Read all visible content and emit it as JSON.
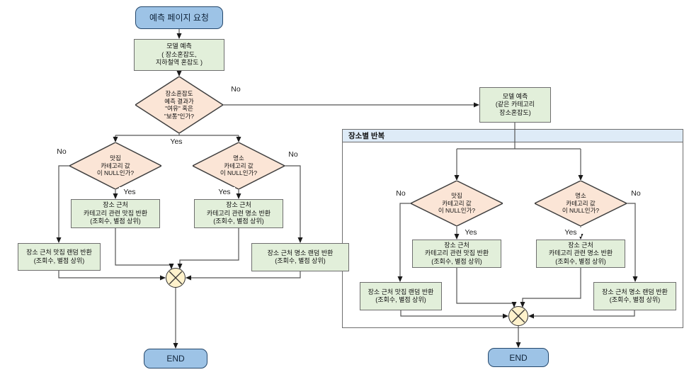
{
  "edge_labels": {
    "yes": "Yes",
    "no": "No"
  },
  "nodes": {
    "start": "예측 페이지 요청",
    "model_predict": "모델 예측\n( 장소혼잡도,\n지하철역 혼잡도 )",
    "congestion_decision": "장소혼잡도\n예측 결과가\n\"여유\" 혹은\n\"보통\"인가?",
    "model_predict_same_category": "모델 예측\n(같은 카테고리\n장소혼잡도)",
    "loop_container_title": "장소별 반복",
    "restaurant_null_decision": "맛집\n카테고리 값\n이 NULL인가?",
    "attraction_null_decision": "명소\n카테고리 값\n이 NULL인가?",
    "restaurant_category_return": "장소 근처\n카테고리 관련 맛집 반환\n(조회수, 별점 상위)",
    "attraction_category_return": "장소 근처\n카테고리 관련 명소 반환\n(조회수, 별점 상위)",
    "restaurant_random_return": "장소 근처 맛집 랜덤 반환\n(조회수, 별점 상위)",
    "attraction_random_return": "장소 근처 명소 랜덤 반환\n(조회수, 별점 상위)",
    "end": "END"
  },
  "colors": {
    "terminal_fill": "#9DC3E6",
    "process_fill": "#E2EFDA",
    "decision_fill": "#FBE5D6",
    "merge_fill": "#FFF2CC",
    "container_header_fill": "#DEEBF7",
    "connector": "#555555"
  }
}
